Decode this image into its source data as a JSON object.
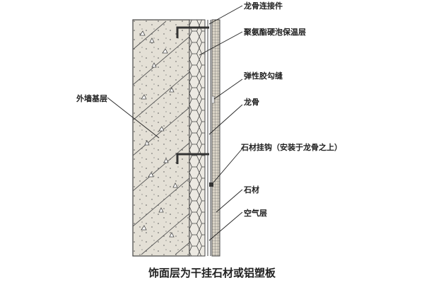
{
  "labels": {
    "keel_connector": "龙骨连接件",
    "insulation": "聚氨酯硬泡保温层",
    "sealant_joint": "弹性胶勾缝",
    "keel": "龙骨",
    "stone_hook": "石材挂钩（安装于龙骨之上）",
    "stone": "石材",
    "air_layer": "空气层",
    "base_wall": "外墙基层"
  },
  "caption": "饰面层为干挂石材或铝塑板",
  "colors": {
    "concrete": "#e4e0d6",
    "line": "#333333",
    "stone": "#d9d3c6"
  }
}
